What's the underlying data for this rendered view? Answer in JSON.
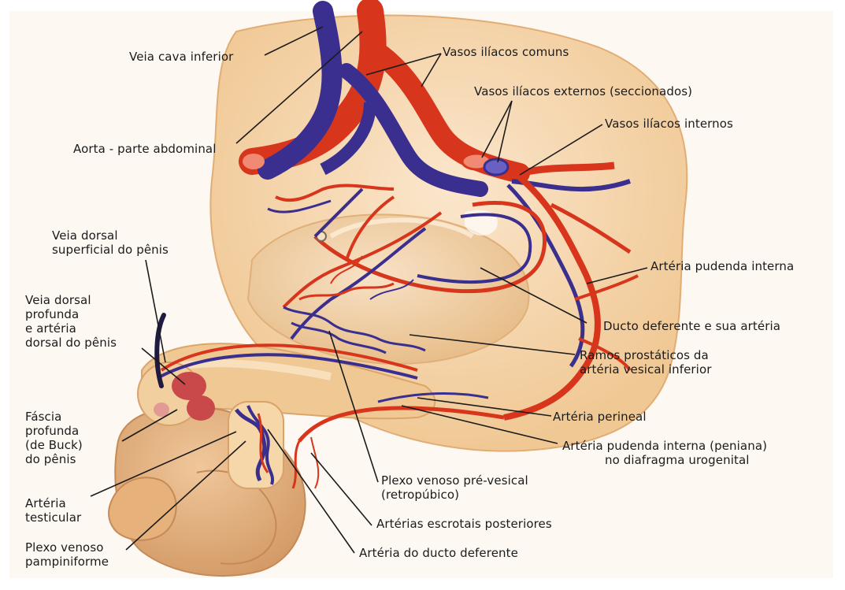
{
  "labels": {
    "veia_cava_inferior": "Veia cava inferior",
    "vasos_iliacos_comuns": "Vasos ilíacos comuns",
    "vasos_iliacos_externos": "Vasos ilíacos externos (seccionados)",
    "vasos_iliacos_internos": "Vasos ilíacos internos",
    "aorta": "Aorta - parte abdominal",
    "veia_dorsal_superficial": [
      "Veia dorsal",
      "superficial do pênis"
    ],
    "arteria_pudenda_interna": "Artéria pudenda interna",
    "veia_dorsal_profunda": [
      "Veia dorsal",
      "profunda",
      "e artéria",
      "dorsal do pênis"
    ],
    "ducto_deferente": "Ducto deferente e sua artéria",
    "ramos_prostaticos": [
      "Ramos prostáticos da",
      "artéria vesical inferior"
    ],
    "fascia_profunda": [
      "Fáscia",
      "profunda",
      "(de Buck)",
      "do pênis"
    ],
    "arteria_perineal": "Artéria perineal",
    "arteria_pudenda_peniana": [
      "Artéria pudenda interna (peniana)",
      "no diafragma urogenital"
    ],
    "plexo_venoso_prevesical": [
      "Plexo venoso pré-vesical",
      "(retropúbico)"
    ],
    "arteria_testicular": [
      "Artéria",
      "testicular"
    ],
    "arterias_escrotais": "Artérias escrotais posteriores",
    "plexo_pampiniforme": [
      "Plexo venoso",
      "pampiniforme"
    ],
    "arteria_ducto_deferente": "Artéria do ducto deferente"
  },
  "colors": {
    "artery": "#d8361c",
    "vein": "#3a2f8f",
    "tissue_light": "#f6e0c0",
    "tissue_mid": "#efc99a",
    "tissue_dark": "#e2ac75",
    "leader": "#1b1b1b"
  }
}
